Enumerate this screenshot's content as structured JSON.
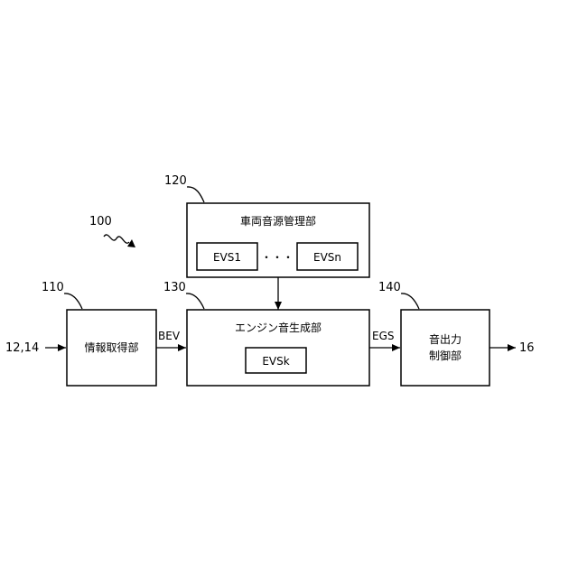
{
  "refs": {
    "system": "100",
    "info_unit": "110",
    "vehicle_sound_unit": "120",
    "engine_sound_unit": "130",
    "output_unit": "140"
  },
  "blocks": {
    "info_acquisition": "情報取得部",
    "vehicle_sound_management": "車両音源管理部",
    "engine_sound_generation": "エンジン音生成部",
    "sound_output_line1": "音出力",
    "sound_output_line2": "制御部"
  },
  "sources": {
    "evs1": "EVS1",
    "ellipsis": "・・・",
    "evsn": "EVSn",
    "evsk": "EVSk"
  },
  "signals": {
    "input": "12,14",
    "bev": "BEV",
    "egs": "EGS",
    "output": "16"
  }
}
